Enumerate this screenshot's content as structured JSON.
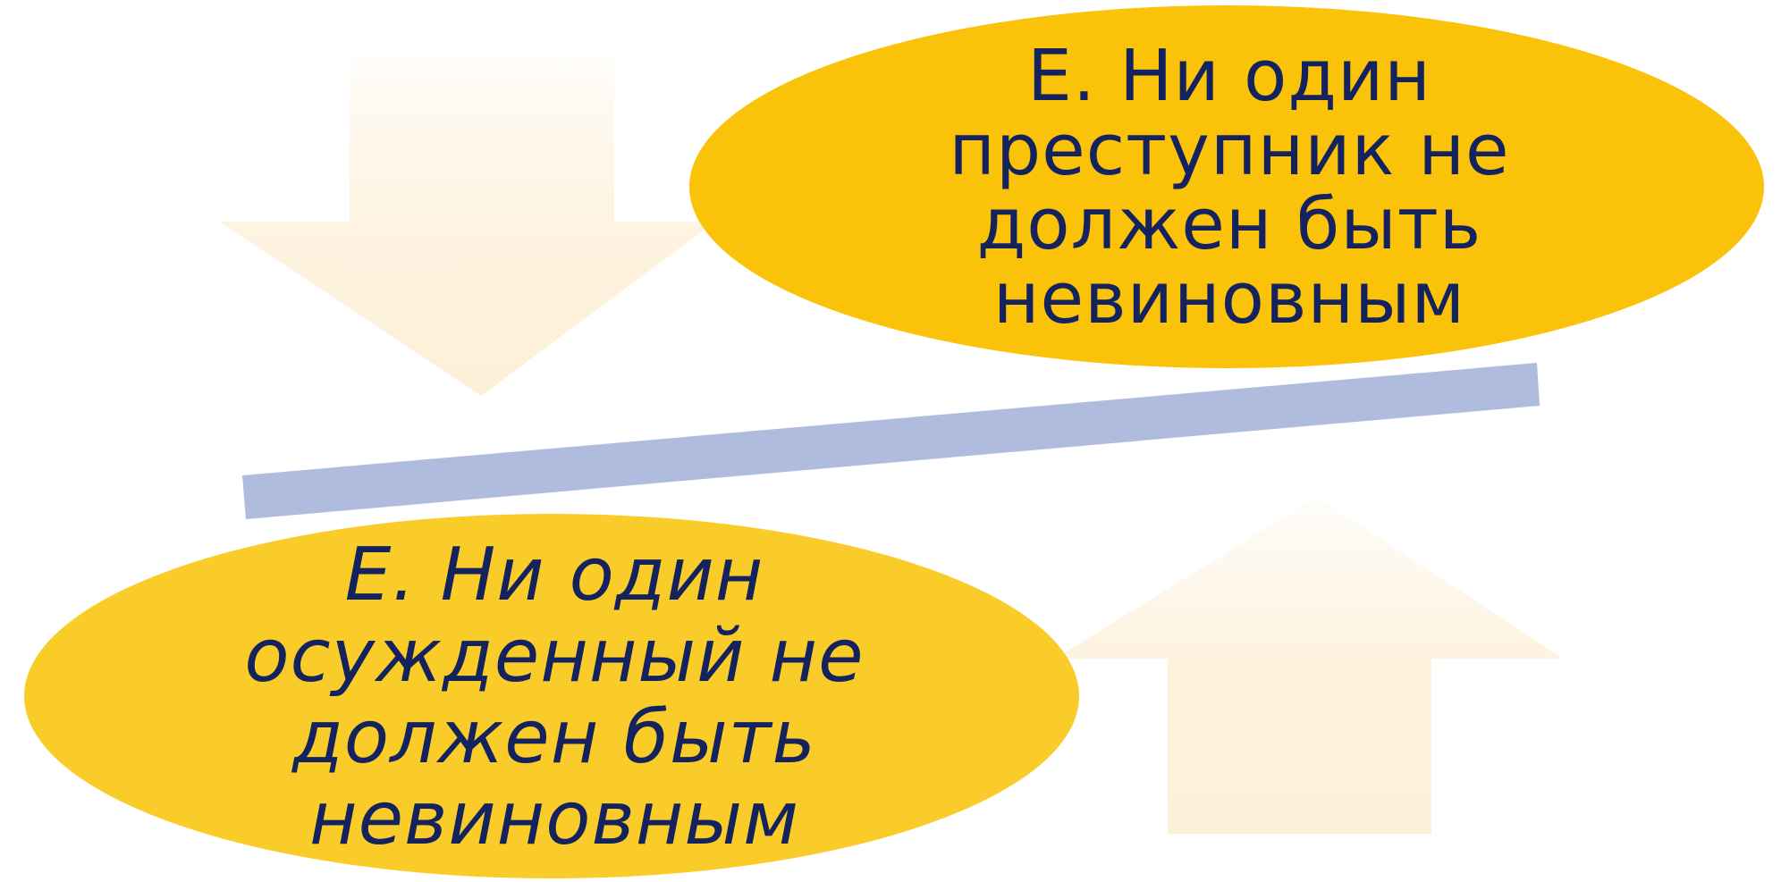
{
  "colors": {
    "ellipse_top": "#fac30a",
    "ellipse_bottom": "#facc2a",
    "divider": "#b0bcde",
    "arrow_fill": "#fdf0d8",
    "text": "#14235e"
  },
  "diagram": {
    "top_statement": {
      "lines": [
        "E. Ни один",
        "преступник не",
        "должен быть",
        "невиновным"
      ],
      "style": "normal"
    },
    "bottom_statement": {
      "lines": [
        "E. Ни один",
        "осужденный не",
        "должен быть",
        "невиновным"
      ],
      "style": "italic"
    },
    "arrows": [
      {
        "icon": "arrow-down-icon",
        "direction": "down"
      },
      {
        "icon": "arrow-up-icon",
        "direction": "up"
      }
    ]
  }
}
